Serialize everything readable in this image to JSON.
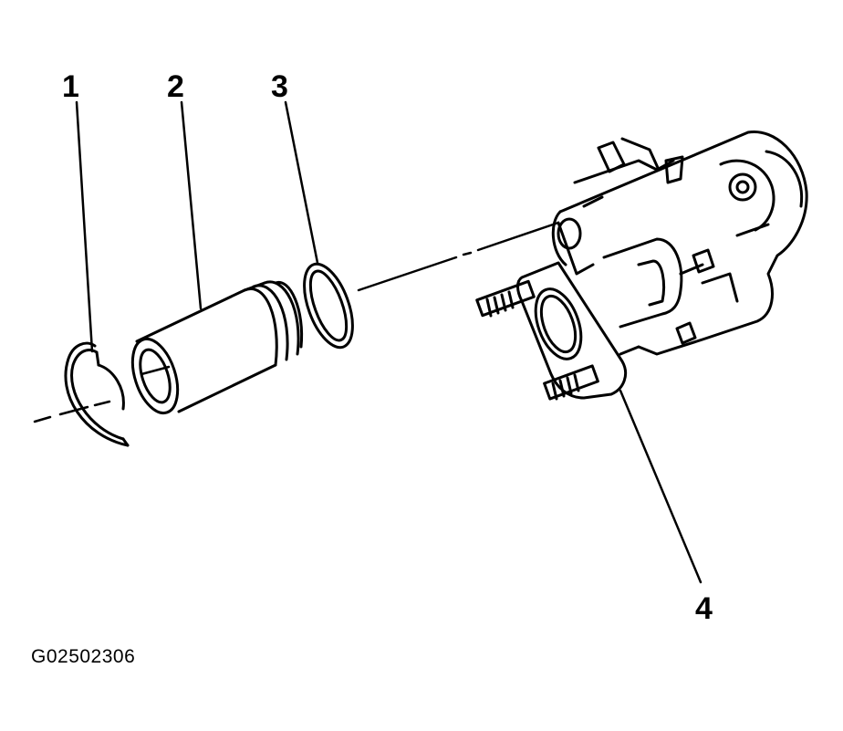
{
  "callouts": [
    {
      "number": "1",
      "icon": "snap-ring-icon"
    },
    {
      "number": "2",
      "icon": "piston-icon"
    },
    {
      "number": "3",
      "icon": "o-ring-icon"
    },
    {
      "number": "4",
      "icon": "housing-icon"
    }
  ],
  "figure_id": "G02502306",
  "colors": {
    "line": "#000000",
    "background": "#ffffff"
  }
}
